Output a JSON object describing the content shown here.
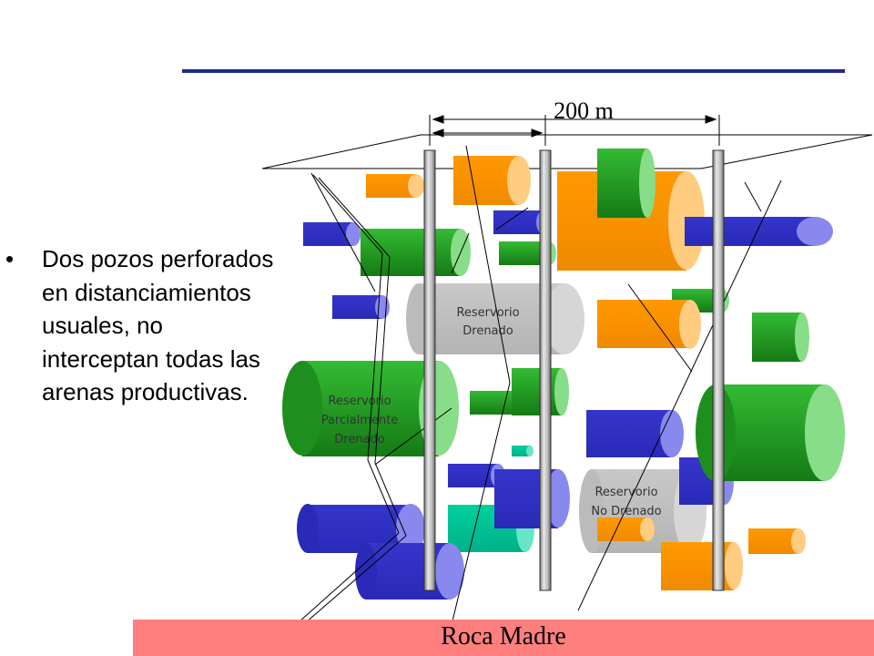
{
  "slide": {
    "bullets": [
      "Dos pozos perforados en distanciamientos usuales, no interceptan todas las arenas productivas."
    ],
    "bullet_symbol": "•"
  },
  "diagram": {
    "scale_label": "200 m",
    "bedrock_label": "Roca Madre",
    "reservoir_labels": {
      "drained": [
        "Reservorio",
        "Drenado"
      ],
      "partial": [
        "Reservorio",
        "Parcialmente",
        "Drenado"
      ],
      "undrained": [
        "Reservorio",
        "No Drenado"
      ]
    },
    "colors": {
      "orange_sand": "#ff9900",
      "green_sand": "#22aa22",
      "blue_sand": "#3333cc",
      "teal_sand": "#00cc99",
      "gray_reservoir": "#c0c0c0",
      "bedrock": "#ff7f7f",
      "title_rule": "#1f2a8c"
    },
    "icons": [
      "well-pipe",
      "sand-cylinder"
    ]
  }
}
